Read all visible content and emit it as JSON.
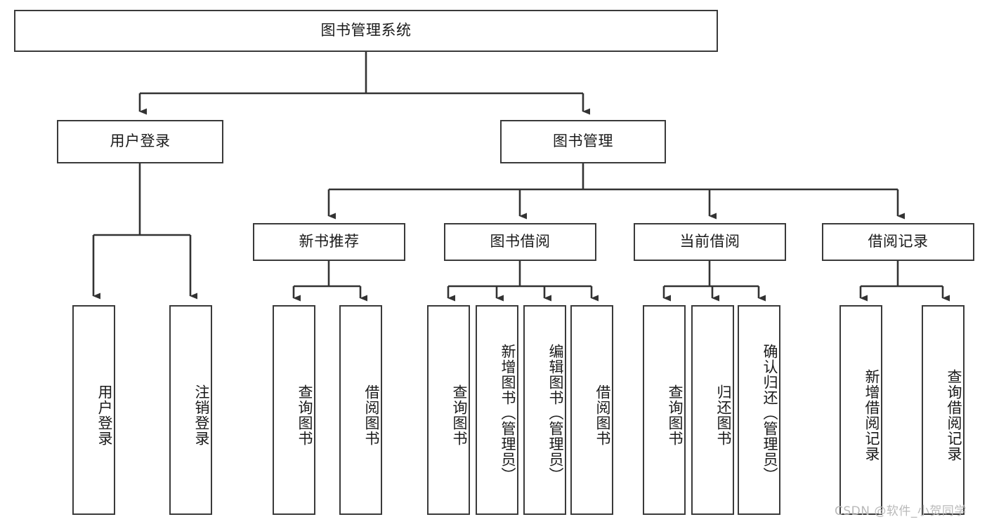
{
  "diagram": {
    "type": "tree-hierarchy-chart",
    "title": "图书管理系统",
    "root": {
      "label": "图书管理系统"
    },
    "level1": [
      {
        "label": "用户登录"
      },
      {
        "label": "图书管理"
      }
    ],
    "level2": [
      {
        "label": "新书推荐"
      },
      {
        "label": "图书借阅"
      },
      {
        "label": "当前借阅"
      },
      {
        "label": "借阅记录"
      }
    ],
    "leaves": {
      "user_login": [
        {
          "label": "用户登录"
        },
        {
          "label": "注销登录"
        }
      ],
      "new_book_recommend": [
        {
          "label": "查询图书"
        },
        {
          "label": "借阅图书"
        }
      ],
      "book_borrow": [
        {
          "label": "查询图书"
        },
        {
          "label": "新增图书（管理员）"
        },
        {
          "label": "编辑图书（管理员）"
        },
        {
          "label": "借阅图书"
        }
      ],
      "current_borrow": [
        {
          "label": "查询图书"
        },
        {
          "label": "归还图书"
        },
        {
          "label": "确认归还（管理员）"
        }
      ],
      "borrow_record": [
        {
          "label": "新增借阅记录"
        },
        {
          "label": "查询借阅记录"
        }
      ]
    }
  },
  "watermark": {
    "text": "CSDN @软件_小贺同学"
  },
  "colors": {
    "background": "#ffffff",
    "box_border": "#3a3a3a",
    "connector": "#333333",
    "text": "#1a1a1a",
    "watermark": "#b9b9b9"
  }
}
